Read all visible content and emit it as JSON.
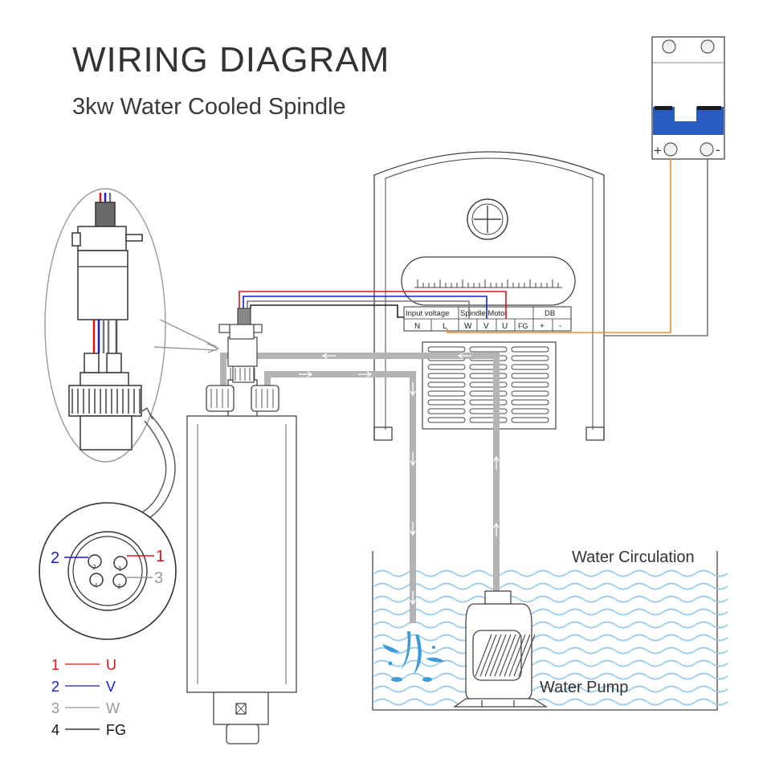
{
  "header": {
    "title": "WIRING DIAGRAM",
    "subtitle": "3kw Water Cooled Spindle"
  },
  "breaker": {
    "plus_label": "+",
    "minus_label": "-"
  },
  "inverter": {
    "terminal_groups": {
      "input_voltage": "Input voltage",
      "spindle_motor": "Spindle Motor",
      "db": "DB"
    },
    "terminals": [
      "N",
      "L",
      "W",
      "V",
      "U",
      "FG",
      "+",
      "-"
    ]
  },
  "connector": {
    "pins": [
      {
        "id": "1",
        "small": "1"
      },
      {
        "id": "2",
        "small": "2"
      },
      {
        "id": "3",
        "small": "3"
      },
      {
        "id": "4",
        "small": "4"
      }
    ],
    "callouts": [
      {
        "pin": "1",
        "color": "#e0101a"
      },
      {
        "pin": "2",
        "color": "#1620c8"
      },
      {
        "pin": "3",
        "color": "#999999"
      }
    ]
  },
  "legend": [
    {
      "pin": "1",
      "phase": "U",
      "color": "#e0101a"
    },
    {
      "pin": "2",
      "phase": "V",
      "color": "#1620c8"
    },
    {
      "pin": "3",
      "phase": "W",
      "color": "#999999"
    },
    {
      "pin": "4",
      "phase": "FG",
      "color": "#111111"
    }
  ],
  "labels": {
    "water_circulation": "Water Circulation",
    "water_pump": "Water Pump"
  },
  "colors": {
    "outline": "#444444",
    "pipe": "#b4b4b4",
    "water": "#8fc8ee",
    "wire_red": "#e0101a",
    "wire_blue": "#1620c8",
    "wire_orange": "#f08a2a",
    "breaker_blue": "#2a5bc4"
  }
}
